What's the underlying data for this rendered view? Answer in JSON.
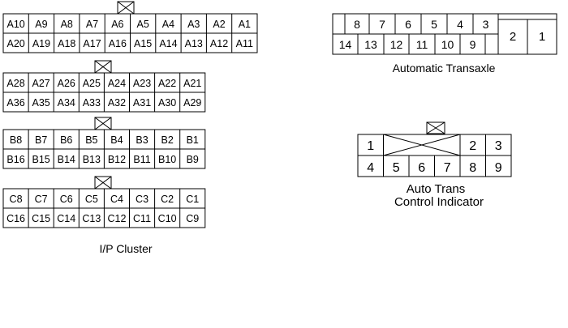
{
  "ip_cluster": {
    "caption": "I/P Cluster",
    "connectors": [
      {
        "name": "A-upper",
        "top": [
          "A10",
          "A9",
          "A8",
          "A7",
          "A6",
          "A5",
          "A4",
          "A3",
          "A2",
          "A1"
        ],
        "bottom": [
          "A20",
          "A19",
          "A18",
          "A17",
          "A16",
          "A15",
          "A14",
          "A13",
          "A12",
          "A11"
        ]
      },
      {
        "name": "A-lower",
        "top": [
          "A28",
          "A27",
          "A26",
          "A25",
          "A24",
          "A23",
          "A22",
          "A21"
        ],
        "bottom": [
          "A36",
          "A35",
          "A34",
          "A33",
          "A32",
          "A31",
          "A30",
          "A29"
        ]
      },
      {
        "name": "B",
        "top": [
          "B8",
          "B7",
          "B6",
          "B5",
          "B4",
          "B3",
          "B2",
          "B1"
        ],
        "bottom": [
          "B16",
          "B15",
          "B14",
          "B13",
          "B12",
          "B11",
          "B10",
          "B9"
        ]
      },
      {
        "name": "C",
        "top": [
          "C8",
          "C7",
          "C6",
          "C5",
          "C4",
          "C3",
          "C2",
          "C1"
        ],
        "bottom": [
          "C16",
          "C15",
          "C14",
          "C13",
          "C12",
          "C11",
          "C10",
          "C9"
        ]
      }
    ]
  },
  "automatic_transaxle": {
    "caption": "Automatic Transaxle",
    "top": [
      "8",
      "7",
      "6",
      "5",
      "4",
      "3"
    ],
    "bottom": [
      "14",
      "13",
      "12",
      "11",
      "10",
      "9"
    ],
    "side": [
      "2",
      "1"
    ]
  },
  "auto_trans_indicator": {
    "caption_line1": "Auto Trans",
    "caption_line2": "Control Indicator",
    "top_left": "1",
    "top_right": [
      "2",
      "3"
    ],
    "bottom": [
      "4",
      "5",
      "6",
      "7",
      "8",
      "9"
    ]
  }
}
